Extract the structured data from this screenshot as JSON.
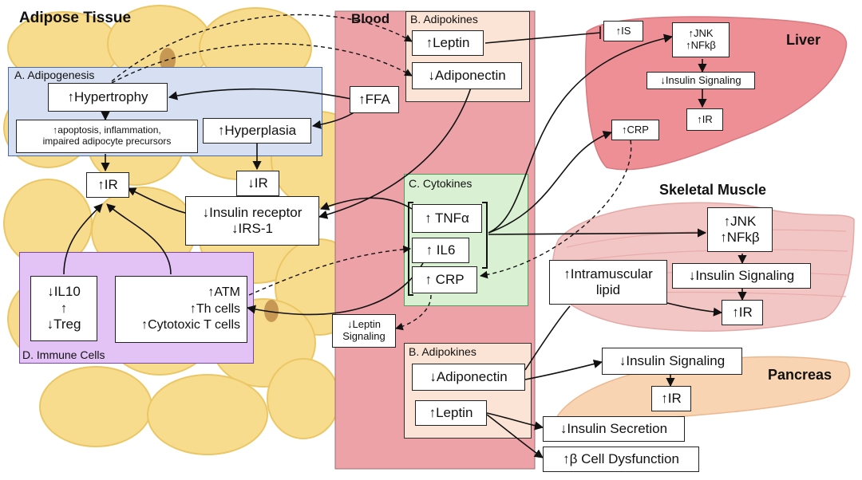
{
  "colors": {
    "adipose": "#f7d77a",
    "adipose_dark": "#e8bd4a",
    "blood": "#eda2a8",
    "adipokines": "#fbe4d5",
    "adipogenesis": "#d6e0f2",
    "cytokines": "#d9f0d2",
    "immune": "#e3c2f5",
    "liver": "#ee8f95",
    "muscle": "#f2c6c4",
    "pancreas": "#f9d4b2"
  },
  "regions": {
    "adipose_tissue": "Adipose Tissue",
    "blood": "Blood",
    "liver": "Liver",
    "skeletal_muscle": "Skeletal Muscle",
    "pancreas": "Pancreas"
  },
  "panels": {
    "adipogenesis": "A. Adipogenesis",
    "adipokines_top": "B. Adipokines",
    "cytokines": "C. Cytokines",
    "immune_cells": "D. Immune Cells",
    "adipokines_bottom": "B. Adipokines"
  },
  "adipose": {
    "hypertrophy": "↑Hypertrophy",
    "apoptosis": "↑apoptosis, inflammation,\nimpaired adipocyte precursors",
    "hyperplasia": "↑Hyperplasia",
    "ir_left": "↑IR",
    "ir_mid": "↓IR",
    "insulin_receptor": "↓Insulin receptor\n↓IRS-1",
    "il10_treg": "↓IL10\n↑\n↓Treg",
    "atm_cells": "↑ATM\n↑Th cells\n↑Cytotoxic T cells"
  },
  "blood": {
    "ffa": "↑FFA",
    "leptin_top": "↑Leptin",
    "adiponectin_top": "↓Adiponectin",
    "tnfa": "↑ TNFα",
    "il6": "↑ IL6",
    "crp_blood": "↑ CRP",
    "leptin_signaling": "↓Leptin\nSignaling",
    "adiponectin_bottom": "↓Adiponectin",
    "leptin_bottom": "↑Leptin"
  },
  "liver": {
    "is": "↑IS",
    "jnk_nfkb": "↑JNK\n↑NFkβ",
    "insulin_signaling": "↓Insulin Signaling",
    "ir": "↑IR",
    "crp": "↑CRP"
  },
  "muscle": {
    "jnk_nfkb": "↑JNK\n↑NFkβ",
    "insulin_signaling": "↓Insulin Signaling",
    "intramuscular_lipid": "↑Intramuscular\nlipid",
    "ir": "↑IR"
  },
  "pancreas": {
    "insulin_signaling": "↓Insulin Signaling",
    "ir": "↑IR",
    "insulin_secretion": "↓Insulin Secretion",
    "beta_cell": "↑β Cell Dysfunction"
  }
}
